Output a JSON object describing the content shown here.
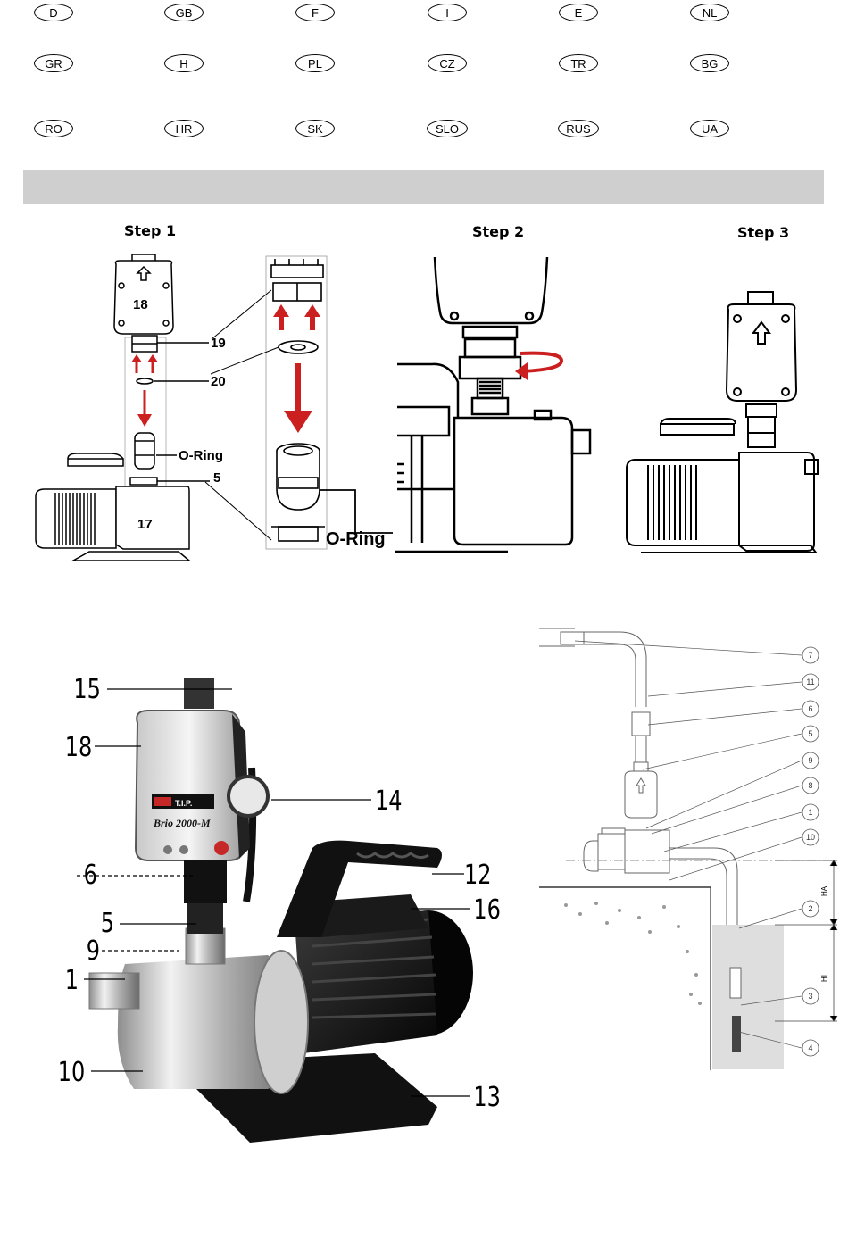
{
  "languages": {
    "row1": [
      "D",
      "GB",
      "F",
      "I",
      "E",
      "NL"
    ],
    "row2": [
      "GR",
      "H",
      "PL",
      "CZ",
      "TR",
      "BG"
    ],
    "row3": [
      "RO",
      "HR",
      "SK",
      "SLO",
      "RUS",
      "UA"
    ]
  },
  "steps": {
    "step1": "Step 1",
    "step2": "Step 2",
    "step3": "Step 3"
  },
  "step1_labels": {
    "part18": "18",
    "part19": "19",
    "part20": "20",
    "oring_small": "O-Ring",
    "part5": "5",
    "part17": "17",
    "oring_large": "O-Ring"
  },
  "product": {
    "brand": "T.I.P.",
    "model": "Brio 2000-M",
    "callouts": [
      "15",
      "18",
      "14",
      "6",
      "12",
      "5",
      "16",
      "9",
      "1",
      "10",
      "13"
    ]
  },
  "installation": {
    "callouts": [
      "7",
      "11",
      "6",
      "5",
      "9",
      "8",
      "1",
      "10",
      "2",
      "3",
      "4"
    ],
    "dims": {
      "ha": "HA",
      "hi": "HI"
    }
  },
  "colors": {
    "arrow": "#cc1f1f",
    "bar": "#cfcfcf",
    "ground": "#dedede"
  }
}
